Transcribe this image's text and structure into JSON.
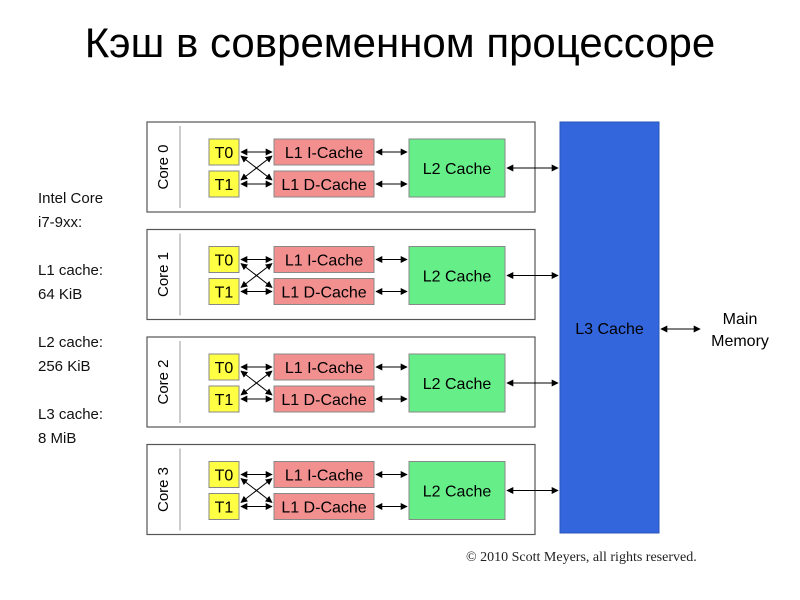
{
  "page": {
    "title": "Кэш в современном процессоре"
  },
  "sidebar": {
    "cpu_line1": "Intel Core",
    "cpu_line2": "i7-9xx:",
    "l1_label": "L1 cache:",
    "l1_value": "64 KiB",
    "l2_label": "L2 cache:",
    "l2_value": "256 KiB",
    "l3_label": "L3 cache:",
    "l3_value": "8 MiB"
  },
  "diagram": {
    "cores": [
      {
        "name": "Core 0",
        "t0": "T0",
        "t1": "T1",
        "l1i": "L1 I-Cache",
        "l1d": "L1 D-Cache",
        "l2": "L2 Cache"
      },
      {
        "name": "Core 1",
        "t0": "T0",
        "t1": "T1",
        "l1i": "L1 I-Cache",
        "l1d": "L1 D-Cache",
        "l2": "L2 Cache"
      },
      {
        "name": "Core 2",
        "t0": "T0",
        "t1": "T1",
        "l1i": "L1 I-Cache",
        "l1d": "L1 D-Cache",
        "l2": "L2 Cache"
      },
      {
        "name": "Core 3",
        "t0": "T0",
        "t1": "T1",
        "l1i": "L1 I-Cache",
        "l1d": "L1 D-Cache",
        "l2": "L2 Cache"
      }
    ],
    "l3": "L3 Cache",
    "memory_line1": "Main",
    "memory_line2": "Memory",
    "colors": {
      "thread": "#ffff44",
      "l1": "#f28f8f",
      "l2": "#66ee88",
      "l3": "#3366dd",
      "core_border": "#555555"
    }
  },
  "footer": {
    "copyright": "© 2010 Scott Meyers, all rights reserved."
  }
}
